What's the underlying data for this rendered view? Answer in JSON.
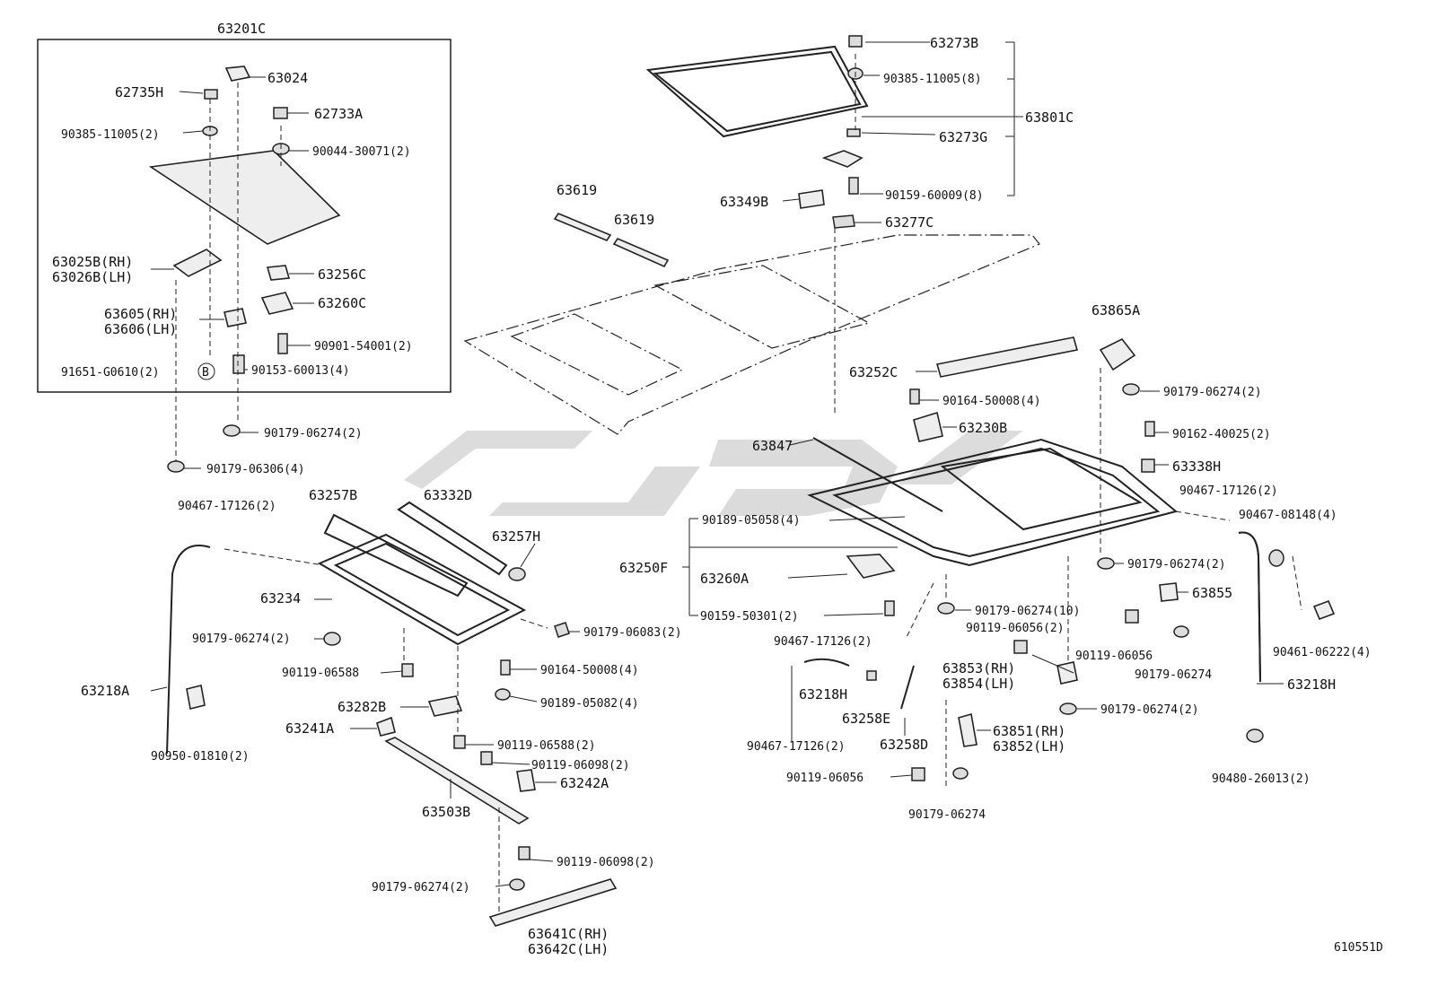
{
  "diagram": {
    "ref_number": "610551D",
    "labels": {
      "l63201C": "63201C",
      "l63024": "63024",
      "l62735H": "62735H",
      "l62733A": "62733A",
      "l90385_2": "90385-11005(2)",
      "l90044": "90044-30071(2)",
      "l63025B": "63025B(RH)",
      "l63026B": "63026B(LH)",
      "l63256C": "63256C",
      "l63260C": "63260C",
      "l63605": "63605(RH)",
      "l63606": "63606(LH)",
      "l90901": "90901-54001(2)",
      "l91651": "91651-G0610(2)",
      "lB": "B",
      "l90153": "90153-60013(4)",
      "l90179_2a": "90179-06274(2)",
      "l90179_06306": "90179-06306(4)",
      "l90467_a": "90467-17126(2)",
      "l63257B": "63257B",
      "l63332D": "63332D",
      "l63257H": "63257H",
      "l63234": "63234",
      "l90179_2b": "90179-06274(2)",
      "l90179_06083": "90179-06083(2)",
      "l90119_06588a": "90119-06588",
      "l90164_4a": "90164-50008(4)",
      "l90189_05082": "90189-05082(4)",
      "l63218A": "63218A",
      "l63282B": "63282B",
      "l63241A": "63241A",
      "l90950": "90950-01810(2)",
      "l90119_06588b": "90119-06588(2)",
      "l90119_06098a": "90119-06098(2)",
      "l63242A": "63242A",
      "l63503B": "63503B",
      "l90119_06098b": "90119-06098(2)",
      "l90179_2c": "90179-06274(2)",
      "l63641C": "63641C(RH)",
      "l63642C": "63642C(LH)",
      "l63619a": "63619",
      "l63619b": "63619",
      "l63273B": "63273B",
      "l90385_8": "90385-11005(8)",
      "l63801C": "63801C",
      "l63273G": "63273G",
      "l63349B": "63349B",
      "l90159_60009": "90159-60009(8)",
      "l63277C": "63277C",
      "l63865A": "63865A",
      "l63252C": "63252C",
      "l90164_4b": "90164-50008(4)",
      "l90179_2d": "90179-06274(2)",
      "l63230B": "63230B",
      "l90162": "90162-40025(2)",
      "l63847": "63847",
      "l63338H": "63338H",
      "l90467_b": "90467-17126(2)",
      "l90189_05058": "90189-05058(4)",
      "l90467_08148": "90467-08148(4)",
      "l63250F": "63250F",
      "l90179_2e": "90179-06274(2)",
      "l63260A": "63260A",
      "l63855": "63855",
      "l90159_50301": "90159-50301(2)",
      "l90179_10": "90179-06274(10)",
      "l90119_06056_2": "90119-06056(2)",
      "l90461": "90461-06222(4)",
      "l90467_c": "90467-17126(2)",
      "l90119_06056a": "90119-06056",
      "l90179_single_a": "90179-06274",
      "l63853": "63853(RH)",
      "l63854": "63854(LH)",
      "l63218H_a": "63218H",
      "l63218H_b": "63218H",
      "l63258E": "63258E",
      "l90179_2f": "90179-06274(2)",
      "l90467_d": "90467-17126(2)",
      "l63258D": "63258D",
      "l63851": "63851(RH)",
      "l63852": "63852(LH)",
      "l90480": "90480-26013(2)",
      "l90119_06056b": "90119-06056",
      "l90179_single_b": "90179-06274"
    }
  }
}
